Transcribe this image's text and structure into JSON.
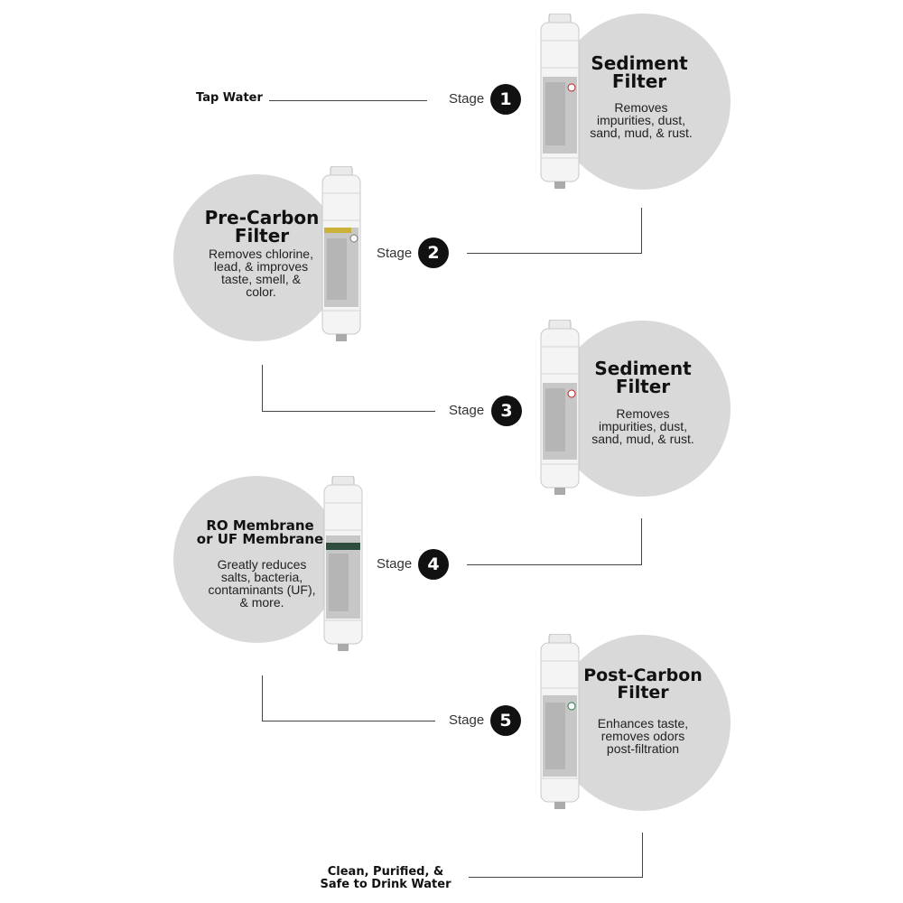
{
  "input_label": "Tap Water",
  "output_label": [
    "Clean, Purified, &",
    "Safe to Drink Water"
  ],
  "stage_word": "Stage",
  "stages": [
    {
      "number": "1",
      "title": [
        "Sediment",
        "Filter"
      ],
      "description": [
        "Removes",
        "impurities, dust,",
        "sand, mud, & rust."
      ]
    },
    {
      "number": "2",
      "title": [
        "Pre-Carbon",
        "Filter"
      ],
      "description": [
        "Removes chlorine,",
        "lead, & improves",
        "taste, smell, &",
        "color."
      ]
    },
    {
      "number": "3",
      "title": [
        "Sediment",
        "Filter"
      ],
      "description": [
        "Removes",
        "impurities, dust,",
        "sand, mud, & rust."
      ]
    },
    {
      "number": "4",
      "title": [
        "RO Membrane",
        "or UF Membrane"
      ],
      "description": [
        "Greatly reduces",
        "salts, bacteria,",
        "contaminants (UF),",
        "& more."
      ]
    },
    {
      "number": "5",
      "title": [
        "Post-Carbon",
        "Filter"
      ],
      "description": [
        "Enhances taste,",
        "removes odors",
        "post-filtration"
      ]
    }
  ],
  "colors": {
    "circle": "#d9d9d9",
    "badge": "#111111",
    "connector": "#444444",
    "filter_body": "#f4f4f4"
  }
}
